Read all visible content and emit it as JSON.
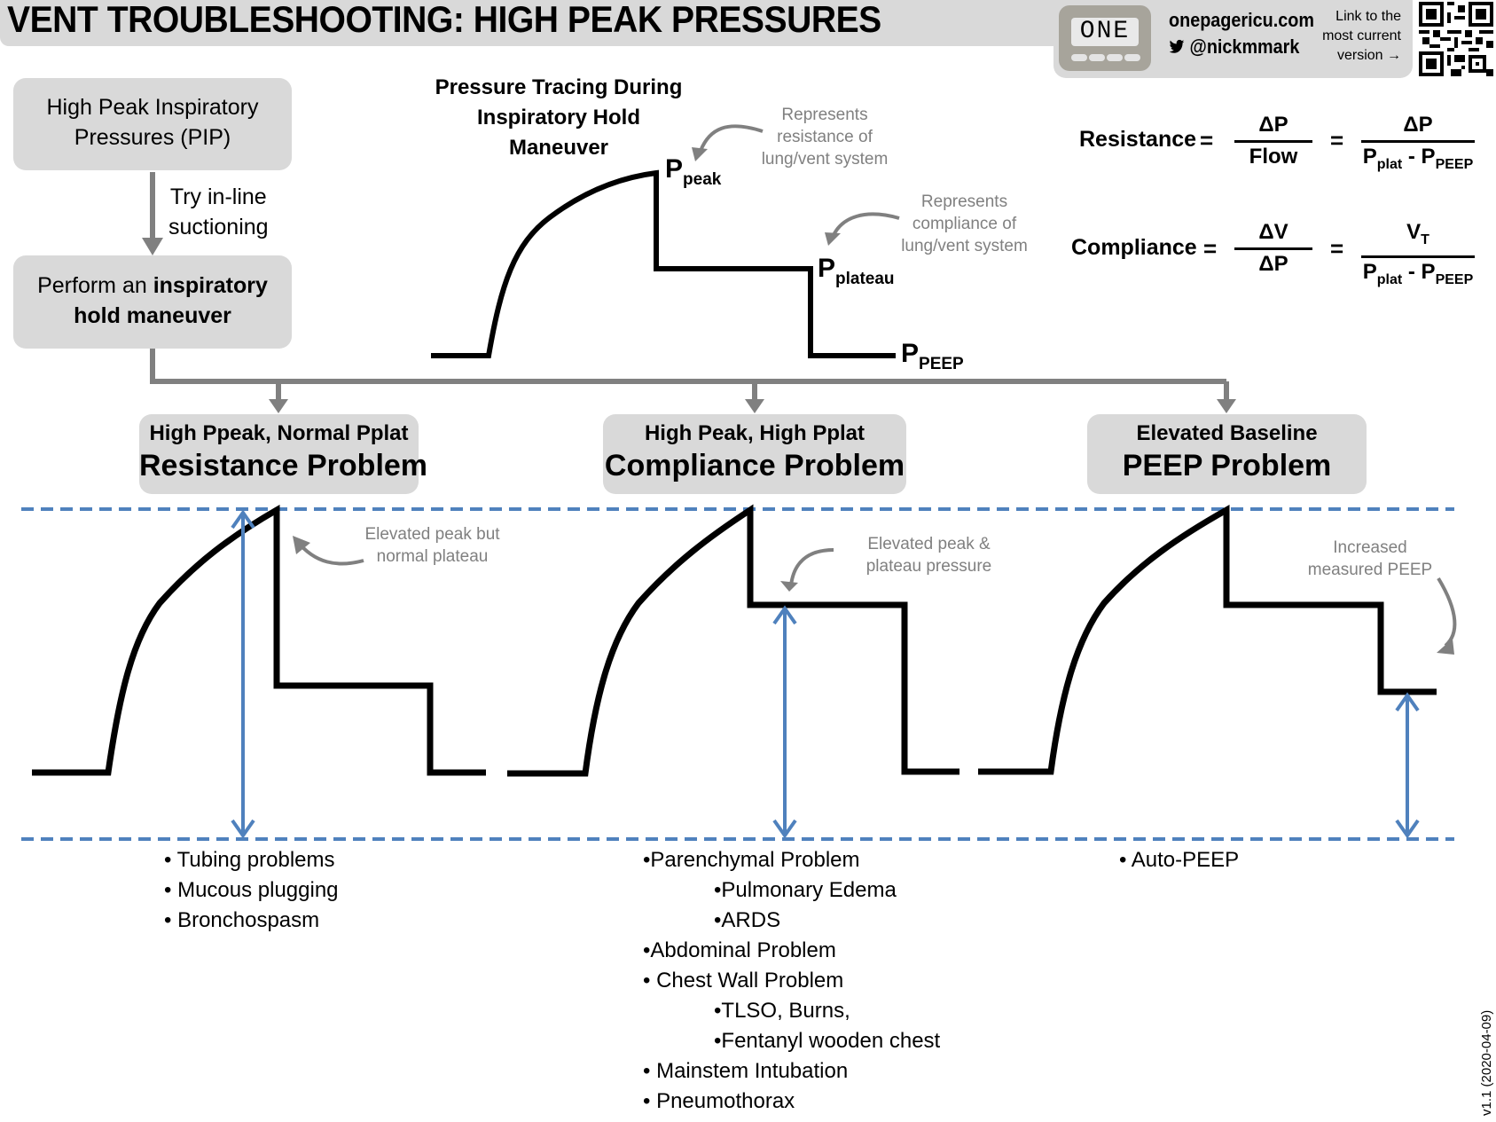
{
  "header": {
    "title": "VENT TROUBLESHOOTING: HIGH PEAK PRESSURES",
    "logo_text": "ONE",
    "site": "onepagericu.com",
    "twitter_handle": "@nickmmark",
    "twitter_icon": "twitter-bird-icon",
    "qr_caption": [
      "Link to the",
      "most current",
      "version →"
    ],
    "qr_icon": "qr-code-icon"
  },
  "flow": {
    "start_box": [
      "High Peak Inspiratory",
      "Pressures (PIP)"
    ],
    "edge_label": [
      "Try in-line",
      "suctioning"
    ],
    "hold_box": {
      "prefix": "Perform an ",
      "bold1": "inspiratory",
      "bold2": "hold maneuver"
    }
  },
  "tracing": {
    "title": [
      "Pressure Tracing During",
      "Inspiratory Hold",
      "Maneuver"
    ],
    "p_peak": {
      "main": "P",
      "sub": "peak"
    },
    "p_plateau": {
      "main": "P",
      "sub": "plateau"
    },
    "p_peep": {
      "main": "P",
      "sub": "PEEP"
    },
    "annot_resistance": [
      "Represents",
      "resistance of",
      "lung/vent system"
    ],
    "annot_compliance": [
      "Represents",
      "compliance of",
      "lung/vent system"
    ]
  },
  "formulas": {
    "resistance": {
      "name": "Resistance",
      "eq1": "=",
      "num1": "ΔP",
      "den1": "Flow",
      "eq2": "=",
      "num2": "ΔP",
      "den2_a": "P",
      "den2_a_sub": "plat",
      "den2_mid": " - P",
      "den2_b_sub": "PEEP"
    },
    "compliance": {
      "name": "Compliance",
      "eq1": "=",
      "num1": "ΔV",
      "den1": "ΔP",
      "eq2": "=",
      "num2_main": "V",
      "num2_sub": "T",
      "den2_a": "P",
      "den2_a_sub": "plat",
      "den2_mid": " - P",
      "den2_b_sub": "PEEP"
    }
  },
  "problems": [
    {
      "subtitle": "High Ppeak, Normal Pplat",
      "title": "Resistance Problem",
      "annotation": [
        "Elevated peak but",
        "normal plateau"
      ],
      "causes": [
        {
          "text": "• Tubing problems",
          "indent": false
        },
        {
          "text": "• Mucous plugging",
          "indent": false
        },
        {
          "text": "• Bronchospasm",
          "indent": false
        }
      ]
    },
    {
      "subtitle": "High Peak, High Pplat",
      "title": "Compliance Problem",
      "annotation": [
        "Elevated peak &",
        "plateau pressure"
      ],
      "causes": [
        {
          "text": "•Parenchymal Problem",
          "indent": false
        },
        {
          "text": "•Pulmonary Edema",
          "indent": true
        },
        {
          "text": "•ARDS",
          "indent": true
        },
        {
          "text": "•Abdominal Problem",
          "indent": false
        },
        {
          "text": "• Chest Wall Problem",
          "indent": false
        },
        {
          "text": "•TLSO, Burns,",
          "indent": true
        },
        {
          "text": "•Fentanyl wooden chest",
          "indent": true
        },
        {
          "text": "• Mainstem Intubation",
          "indent": false
        },
        {
          "text": "• Pneumothorax",
          "indent": false
        }
      ]
    },
    {
      "subtitle": "Elevated Baseline",
      "title": "PEEP Problem",
      "annotation": [
        "Increased",
        "measured PEEP"
      ],
      "causes": [
        {
          "text": "• Auto-PEEP",
          "indent": false
        }
      ]
    }
  ],
  "colors": {
    "box_fill": "#d9d9d9",
    "connector": "#808080",
    "trace": "#000000",
    "measure": "#4f81bd",
    "annotation": "#808080"
  },
  "footer": {
    "version": "v1.1 (2020-04-09)"
  }
}
